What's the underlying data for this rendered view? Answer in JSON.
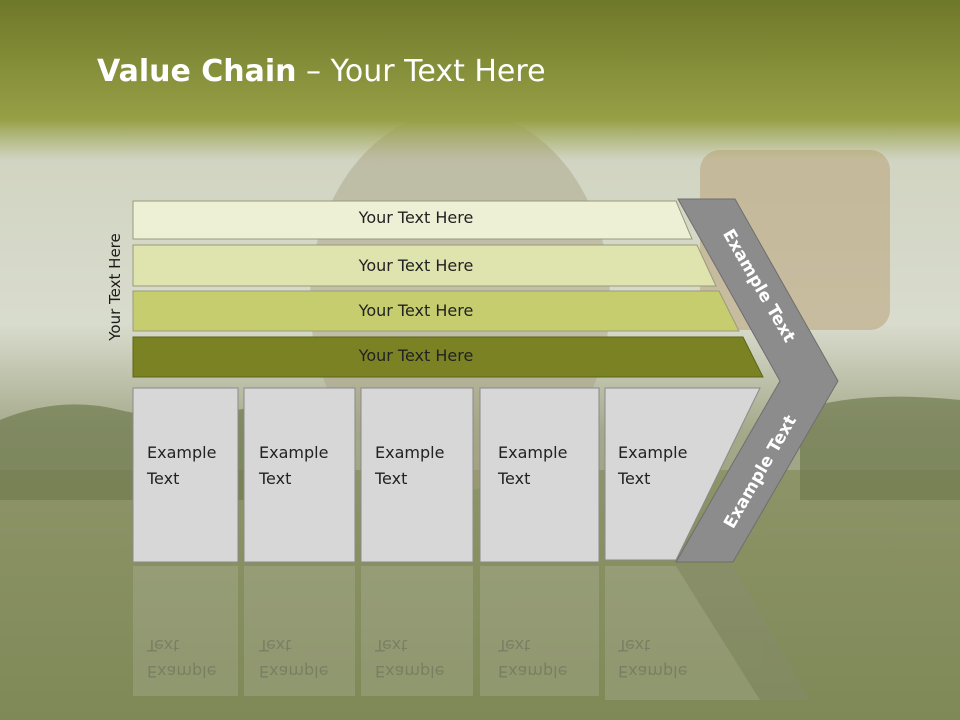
{
  "title": {
    "bold": "Value Chain",
    "rest": " – Your Text Here"
  },
  "side_label": "Your Text Here",
  "bars": [
    {
      "label": "Your Text Here",
      "color": "#eef0d6"
    },
    {
      "label": "Your Text Here",
      "color": "#dfe3ad"
    },
    {
      "label": "Your Text Here",
      "color": "#c6cd6e"
    },
    {
      "label": "Your Text Here",
      "color": "#7b8224"
    }
  ],
  "boxes": [
    {
      "line1": "Example",
      "line2": "Text"
    },
    {
      "line1": "Example",
      "line2": "Text"
    },
    {
      "line1": "Example",
      "line2": "Text"
    },
    {
      "line1": "Example",
      "line2": "Text"
    },
    {
      "line1": "Example",
      "line2": "Text"
    }
  ],
  "chevron": {
    "top_label": "Example Text",
    "bottom_label": "Example Text",
    "color": "#8c8c8c"
  },
  "colors": {
    "header_top": "#6f7a2a",
    "header_bottom": "#9ca64c",
    "box_fill": "#d7d7d7"
  }
}
